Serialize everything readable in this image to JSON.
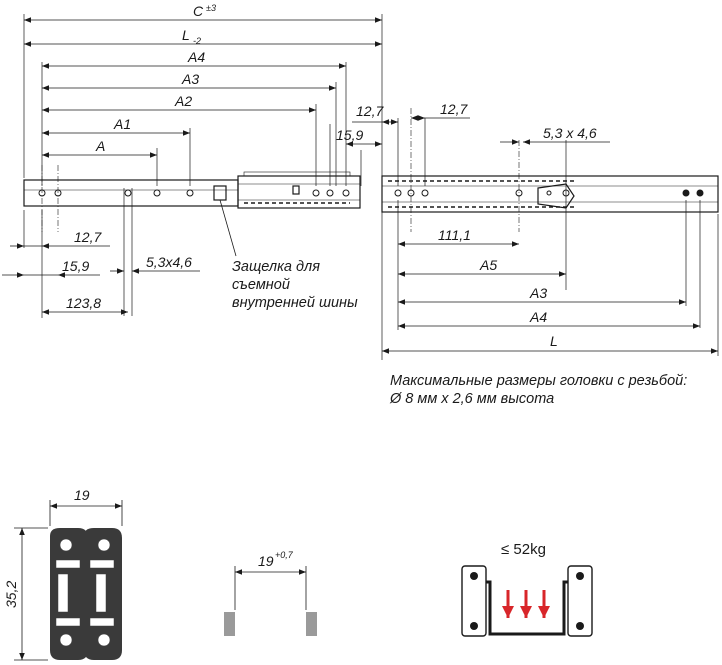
{
  "top_dims": {
    "c": "C",
    "c_tol": "±3",
    "l": "L",
    "l_tol": "-2",
    "a4": "A4",
    "a3": "A3",
    "a2": "A2",
    "a1": "A1",
    "a": "A",
    "d12_7_left": "12,7",
    "d15_9_top": "15,9",
    "d12_7_right": "12,7",
    "slot_right": "5,3 x 4,6"
  },
  "left_dims": {
    "d12_7": "12,7",
    "d15_9": "15,9",
    "d123_8": "123,8",
    "slot": "5,3x4,6"
  },
  "right_dims": {
    "d111_1": "111,1",
    "a5": "A5",
    "a3": "A3",
    "a4": "A4",
    "l": "L"
  },
  "latch_note": {
    "line1": "Защелка для",
    "line2": "съемной",
    "line3": "внутренней шины"
  },
  "screw_note": {
    "line1": "Максимальные размеры головки с резьбой:",
    "line2": "Ø 8 мм x 2,6 мм высота"
  },
  "section": {
    "width": "19",
    "height": "35,2"
  },
  "gap": {
    "value": "19",
    "tol": "+0,7"
  },
  "load": {
    "label": "≤ 52kg"
  },
  "colors": {
    "line": "#1a1a1a",
    "rail_fill": "#ffffff",
    "profile_fill": "#3a3a3a",
    "spacer_fill": "#9a9a9a",
    "arrow": "#d8262a"
  }
}
